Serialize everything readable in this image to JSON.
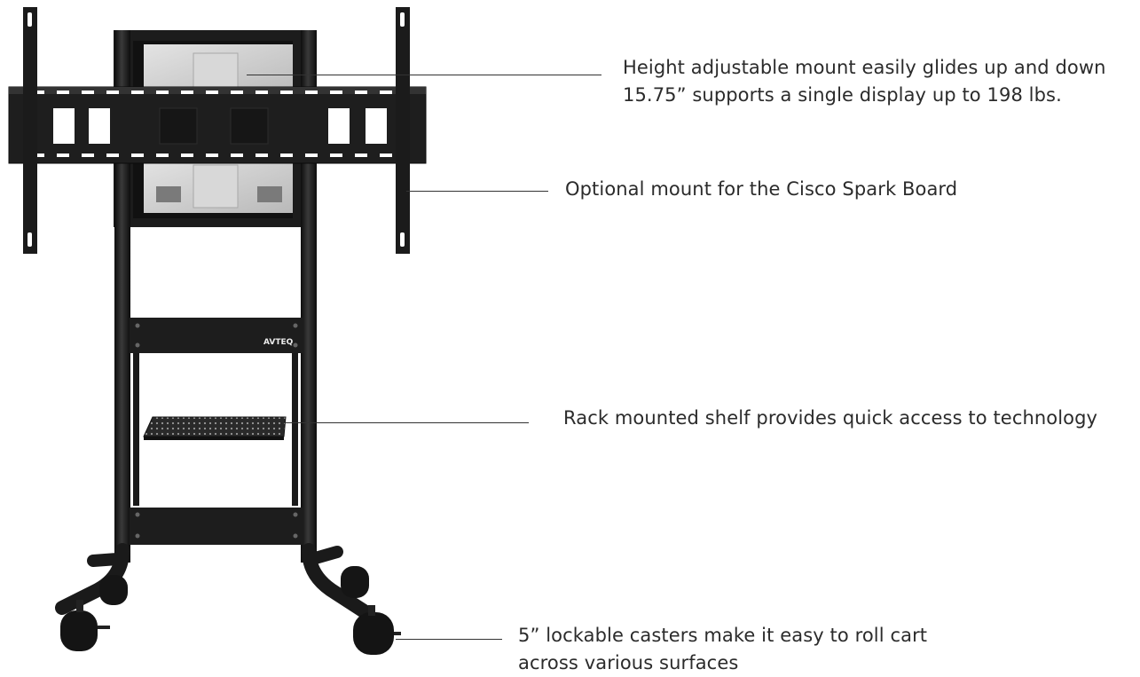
{
  "product": {
    "brand_label": "AVTEQ",
    "icon": "mobile-display-cart"
  },
  "callouts": [
    {
      "id": "height-mount",
      "text": "Height adjustable mount easily glides up and down\n15.75”  supports a single display up to 198 lbs."
    },
    {
      "id": "spark-mount",
      "text": "Optional mount for the Cisco Spark Board"
    },
    {
      "id": "rack-shelf",
      "text": "Rack mounted shelf provides quick access to technology"
    },
    {
      "id": "casters",
      "text": "5” lockable casters make it easy to roll cart\nacross various surfaces"
    }
  ],
  "colors": {
    "frame": "#1a1a1a",
    "plate": "#cfcfcf",
    "leader": "#333333",
    "text": "#2b2b2b"
  }
}
